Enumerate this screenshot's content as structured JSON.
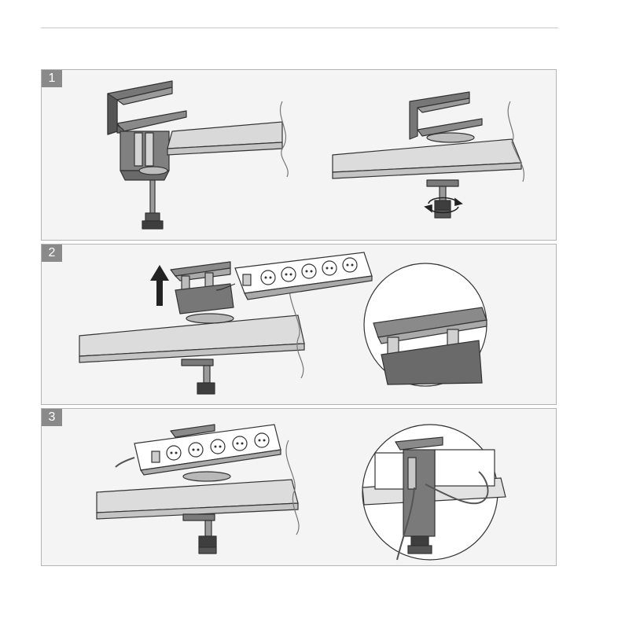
{
  "steps": [
    {
      "number": "1"
    },
    {
      "number": "2"
    },
    {
      "number": "3"
    }
  ],
  "icons": [
    "clamp",
    "desk-board",
    "rotate-arrow",
    "up-arrow",
    "power-strip",
    "magnifier-detail",
    "cable"
  ],
  "colors": {
    "panel_bg": "#f4f4f4",
    "badge_bg": "#8a8a8a",
    "clamp_dark": "#6e6e6e",
    "line": "#333333"
  }
}
